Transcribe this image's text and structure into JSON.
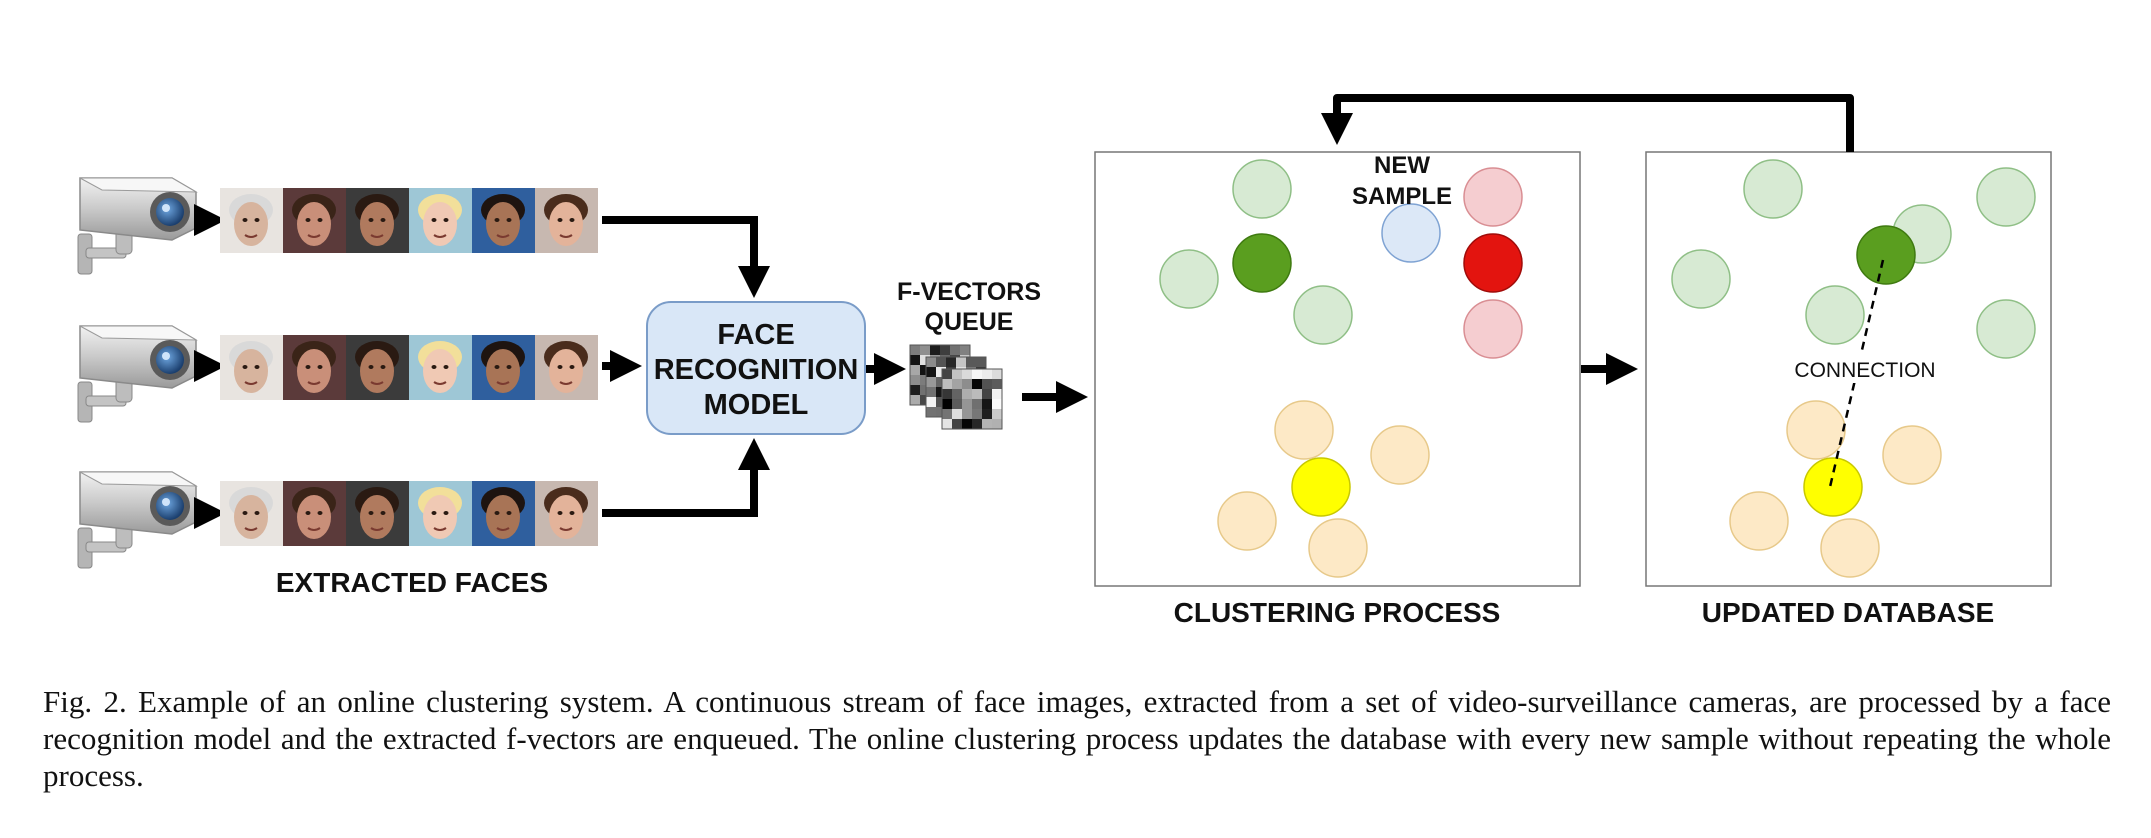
{
  "labels": {
    "extracted_faces": "EXTRACTED FACES",
    "model_line1": "FACE",
    "model_line2": "RECOGNITION",
    "model_line3": "MODEL",
    "queue_line1": "F-VECTORS",
    "queue_line2": "QUEUE",
    "new_sample_line1": "NEW",
    "new_sample_line2": "SAMPLE",
    "connection": "CONNECTION",
    "clustering_process": "CLUSTERING PROCESS",
    "updated_database": "UPDATED DATABASE"
  },
  "caption": "Fig. 2.   Example of an online clustering system. A continuous stream of face images, extracted from a set of video-surveillance cameras, are processed by a face recognition model and the extracted f-vectors are enqueued. The online clustering process updates the database with every new sample without repeating the whole process.",
  "colors": {
    "green_light": "#d7ead3",
    "green_dark": "#5a9e1f",
    "red_light": "#f5cdd0",
    "red_dark": "#e3140f",
    "yellow_light": "#fde9c6",
    "yellow_dark": "#ffff00",
    "blue_light": "#dce8f7",
    "model_fill": "#d9e7f7",
    "model_stroke": "#7a9cc8"
  },
  "icons": {
    "camera": "security-camera-icon",
    "face": "face-thumbnail-icon",
    "fvector": "f-vector-matrix-icon"
  }
}
